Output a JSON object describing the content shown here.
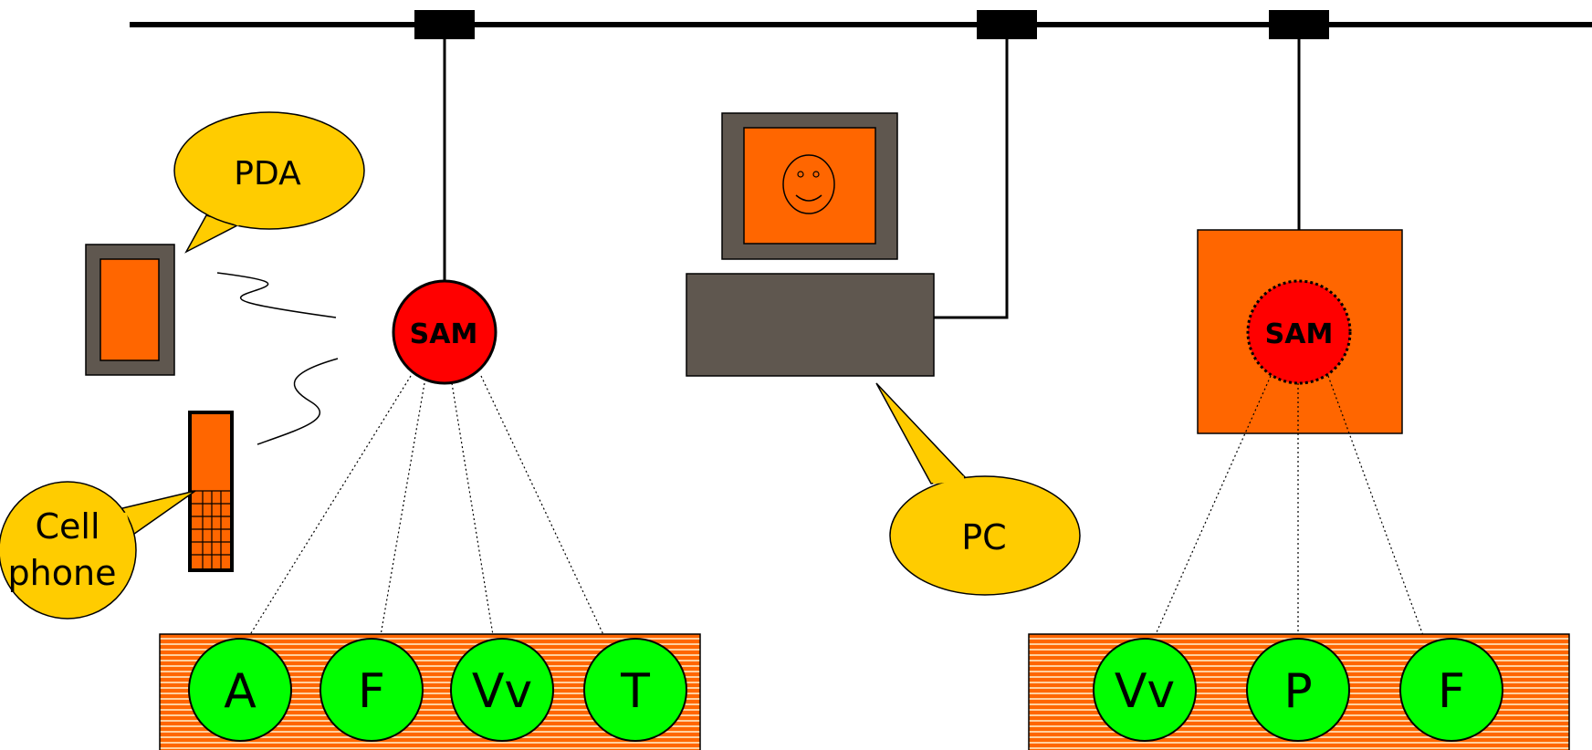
{
  "labels": {
    "pda": "PDA",
    "cell_line1": "Cell",
    "cell_line2": "phone",
    "pc": "PC",
    "sam_left": "SAM",
    "sam_right": "SAM"
  },
  "left_components": [
    "A",
    "F",
    "Vv",
    "T"
  ],
  "right_components": [
    "Vv",
    "P",
    "F"
  ],
  "colors": {
    "orange": "#ff6600",
    "device_gray": "#5f574f",
    "sam_red": "#ff0000",
    "component_green": "#00ff00",
    "callout_yellow": "#ffcc00",
    "bus_black": "#000000"
  }
}
